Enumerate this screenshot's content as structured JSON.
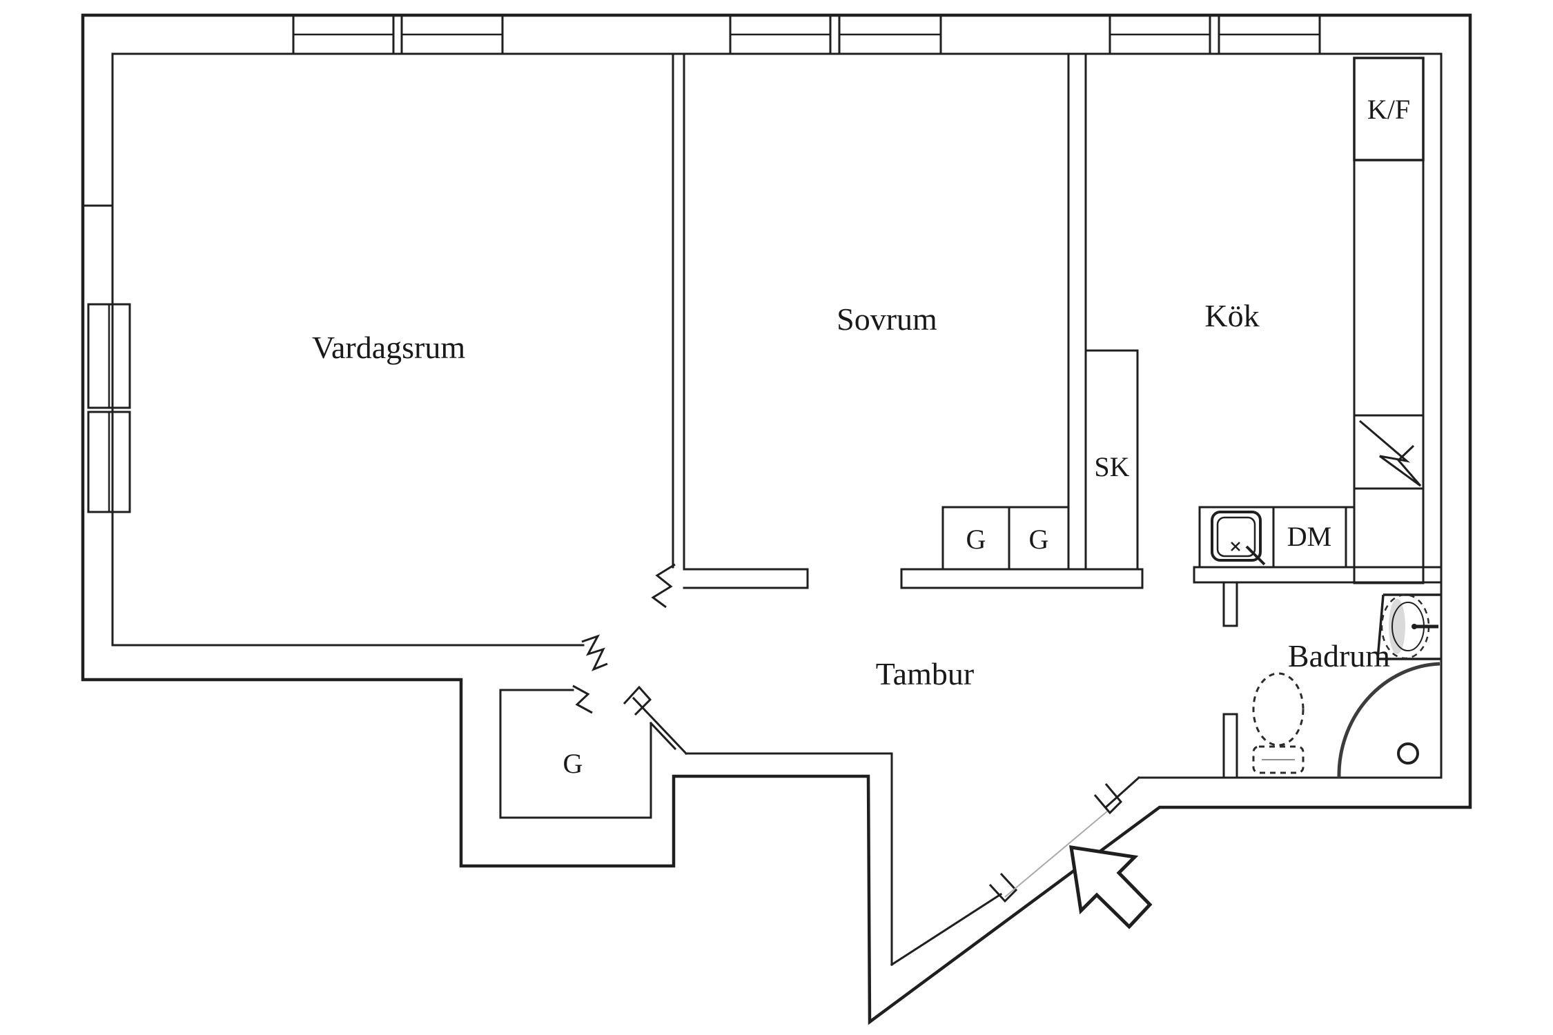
{
  "drawing": {
    "kind": "apartment floor plan, hand-drawn style",
    "colors": {
      "line": "#1f1f1f",
      "paper": "#ffffff",
      "fixture_shade": "#dadada",
      "arc": "#3c3c3c"
    },
    "rooms": {
      "living_room": {
        "label": "Vardagsrum"
      },
      "bedroom": {
        "label": "Sovrum"
      },
      "kitchen": {
        "label": "Kök"
      },
      "hallway": {
        "label": "Tambur"
      },
      "bathroom": {
        "label": "Badrum"
      }
    },
    "closets": {
      "bedroom_wardrobe_1": {
        "label": "G"
      },
      "bedroom_wardrobe_2": {
        "label": "G"
      },
      "cleaning_cupboard": {
        "label": "SK"
      },
      "hallway_wardrobe": {
        "label": "G"
      }
    },
    "appliances": {
      "fridge_freezer": {
        "label": "K/F"
      },
      "dishwasher": {
        "label": "DM"
      }
    },
    "icons": [
      "window-symbol",
      "stove-lightning-icon",
      "kitchen-sink-icon",
      "toilet-icon",
      "bathroom-sink-icon",
      "shower-door-arc-icon",
      "floor-drain-icon",
      "entrance-arrow-icon",
      "door-jamb-marker"
    ]
  }
}
